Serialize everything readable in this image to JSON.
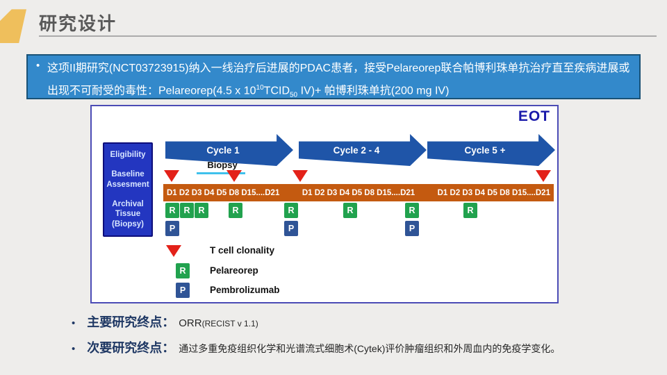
{
  "slide": {
    "title": "研究设计"
  },
  "intro": {
    "bullet": "•",
    "p1": "这项II期研究(NCT03723915)纳入一线治疗后进展的PDAC患者，接受Pelareorep联合帕博利珠单抗治疗直至疾病进展或出现不可耐受的毒性：Pelareorep(4.5 x 10",
    "sup": "10",
    "p2": "TCID",
    "sub": "50",
    "p3": " IV)+ 帕博利珠单抗(200 mg IV)"
  },
  "diagram": {
    "eot": "EOT",
    "left_box": [
      "Eligibility",
      "Baseline Assesment",
      "Archival Tissue (Biopsy)"
    ],
    "arrows": [
      {
        "label": "Cycle 1"
      },
      {
        "label": "Cycle 2 - 4"
      },
      {
        "label": "Cycle 5 +"
      }
    ],
    "biopsy_label": "Biopsy",
    "day_groups": [
      "D1 D2 D3 D4 D5 D8 D15....D21",
      "D1 D2 D3 D4 D5 D8 D15....D21",
      "D1 D2 D3 D4 D5 D8 D15....D21"
    ],
    "r_label": "R",
    "p_label": "P",
    "legend": [
      {
        "marker": "red-triangle",
        "label": "T cell clonality"
      },
      {
        "marker": "green-R",
        "label": "Pelareorep"
      },
      {
        "marker": "blue-P",
        "label": "Pembrolizumab"
      }
    ]
  },
  "endpoints": [
    {
      "bullet": "•",
      "label": "主要研究终点：",
      "value": "ORR",
      "value_small": "(RECIST v 1.1)"
    },
    {
      "bullet": "•",
      "label": "次要研究终点：",
      "value": "通过多重免疫组织化学和光谱流式细胞术(Cytek)评价肿瘤组织和外周血内的免疫学变化。"
    }
  ],
  "colors": {
    "accent_yellow": "#EFBF5C",
    "intro_blue": "#3389CB",
    "panel_border": "#4B4BB5",
    "assessment_box_blue": "#2336C0",
    "arrow_blue": "#1F55A8",
    "bar_orange": "#C45A10",
    "pelareorep_green": "#21A24E",
    "pembrolizumab_blue": "#2F5496",
    "marker_red": "#E32119",
    "biopsy_cyan": "#3FC1EC",
    "endpoint_navy": "#1F3864",
    "eot_navy": "#1A1AAA",
    "title_gray": "#595959"
  }
}
